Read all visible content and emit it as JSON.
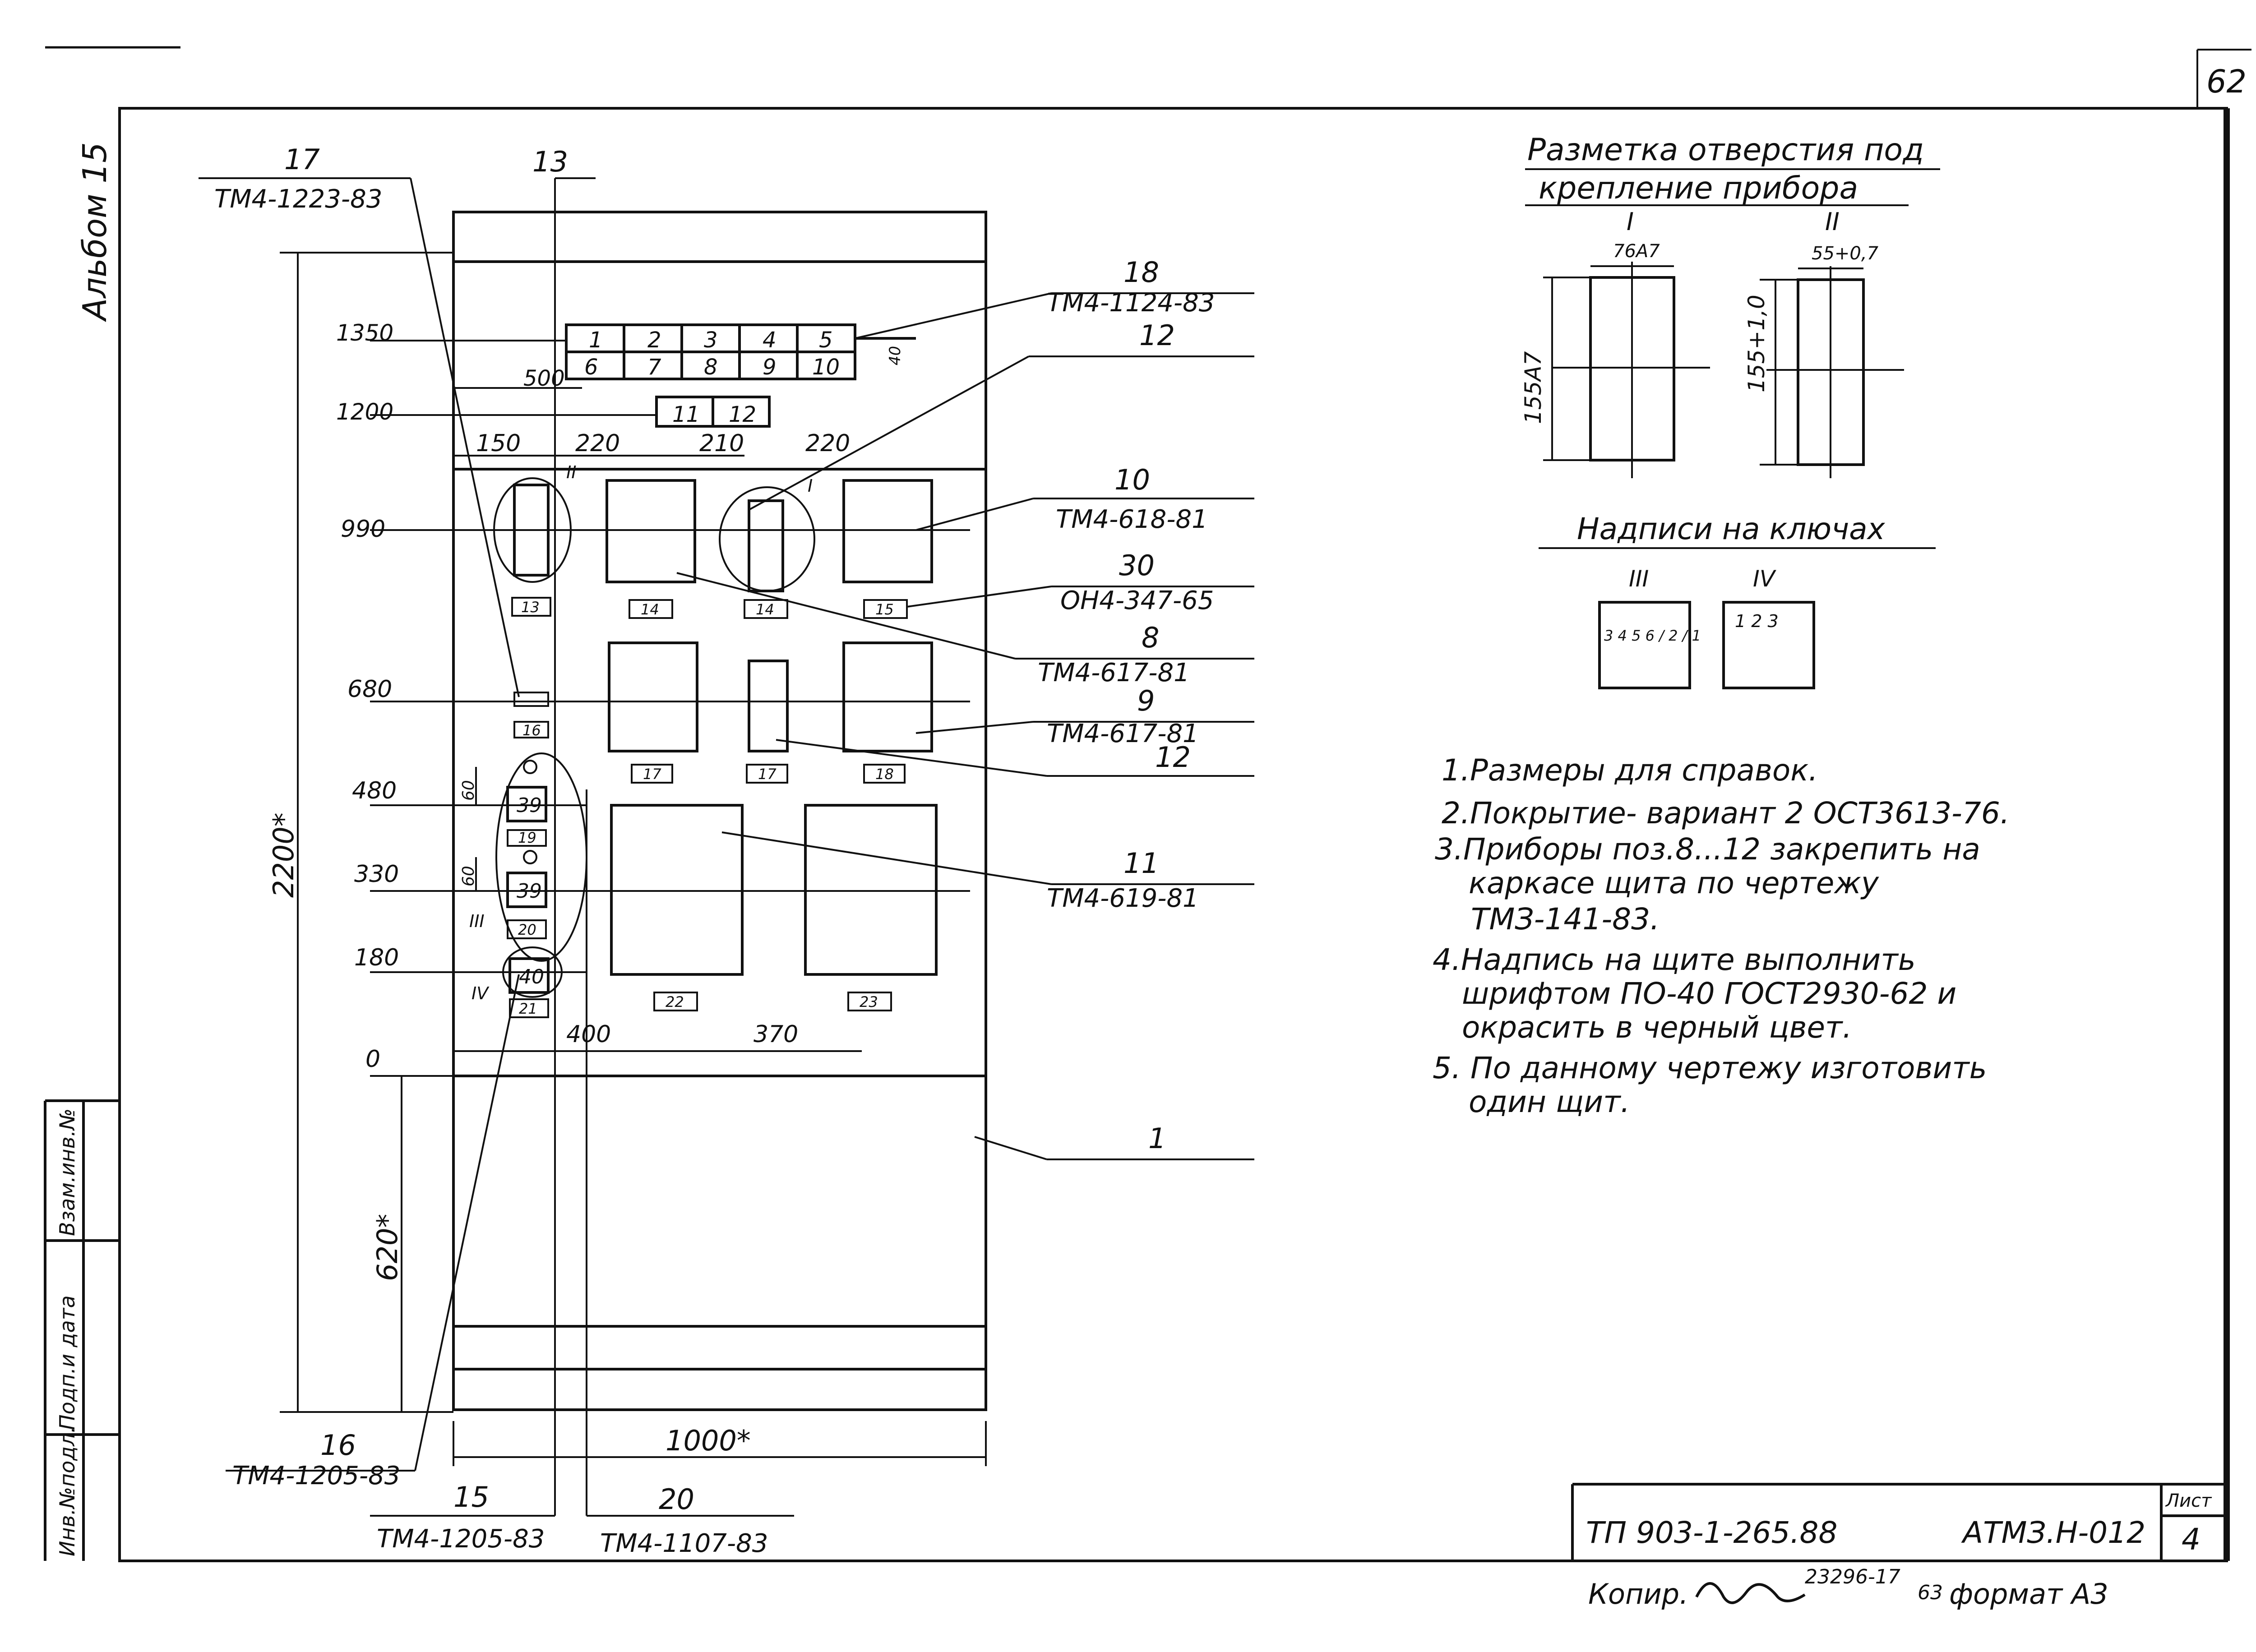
{
  "page_number": "62",
  "album": "Альбом 15",
  "side_stamp": [
    "Инв.№подл.",
    "Подп.и дата",
    "Взам.инв.№"
  ],
  "panel": {
    "levels": [
      "1350",
      "1200",
      "990",
      "680",
      "480",
      "330",
      "180",
      "0"
    ],
    "horiz_dims": [
      "150",
      "220",
      "210",
      "220"
    ],
    "offset_500": "500",
    "bottom_dims": [
      "400",
      "370"
    ],
    "small_dims": [
      "60",
      "60"
    ],
    "total_height": "2200*",
    "base_height": "620*",
    "total_width": "1000*",
    "grid_row1": [
      "1",
      "2",
      "3",
      "4",
      "5"
    ],
    "grid_row2": [
      "6",
      "7",
      "8",
      "9",
      "10"
    ],
    "grid_side": "40",
    "grid_row3": [
      "11",
      "12"
    ],
    "plates": [
      "13",
      "14",
      "14",
      "15",
      "16",
      "17",
      "17",
      "18",
      "39",
      "19",
      "39",
      "20",
      "40",
      "21",
      "22",
      "23"
    ],
    "roman_markers": [
      "II",
      "I",
      "III",
      "IV"
    ]
  },
  "callouts": [
    {
      "pos": "17",
      "code": "ТМ4-1223-83"
    },
    {
      "pos": "13",
      "code": ""
    },
    {
      "pos": "18",
      "code": "ТМ4-1124-83"
    },
    {
      "pos": "12",
      "code": ""
    },
    {
      "pos": "10",
      "code": "ТМ4-618-81"
    },
    {
      "pos": "30",
      "code": "ОН4-347-65"
    },
    {
      "pos": "8",
      "code": "ТМ4-617-81"
    },
    {
      "pos": "9",
      "code": "ТМ4-617-81"
    },
    {
      "pos": "12",
      "code": ""
    },
    {
      "pos": "11",
      "code": "ТМ4-619-81"
    },
    {
      "pos": "1",
      "code": ""
    },
    {
      "pos": "16",
      "code": "ТМ4-1205-83"
    },
    {
      "pos": "15",
      "code": "ТМ4-1205-83"
    },
    {
      "pos": "20",
      "code": "ТМ4-1107-83"
    }
  ],
  "marking": {
    "title_line1": "Разметка отверстия под",
    "title_line2": "крепление прибора",
    "view1": {
      "label": "I",
      "width": "76А7",
      "height": "155А7"
    },
    "view2": {
      "label": "II",
      "width": "55+0,7",
      "height": "155+1,0"
    }
  },
  "keys": {
    "title": "Надписи на ключах",
    "k1": {
      "label": "III",
      "text": "3 4 5 6 / 2 / 1"
    },
    "k2": {
      "label": "IV",
      "text": "1 2 3"
    }
  },
  "notes": [
    "1.Размеры для справок.",
    "2.Покрытие- вариант 2 ОСТ3613-76.",
    "3.Приборы поз.8...12 закрепить на",
    "каркасе щита по чертежу",
    "ТМЗ-141-83.",
    "4.Надпись на щите выполнить",
    "шрифтом ПО-40 ГОСТ2930-62 и",
    "окрасить в черный цвет.",
    "5. По данному чертежу изготовить",
    "один щит."
  ],
  "title_block": {
    "doc": "ТП 903-1-265.88",
    "code": "АТМЗ.Н-012",
    "sheet_label": "Лист",
    "sheet": "4"
  },
  "footer": {
    "copy": "Копир.",
    "num": "23296-17",
    "num2": "63",
    "format": "формат А3"
  }
}
